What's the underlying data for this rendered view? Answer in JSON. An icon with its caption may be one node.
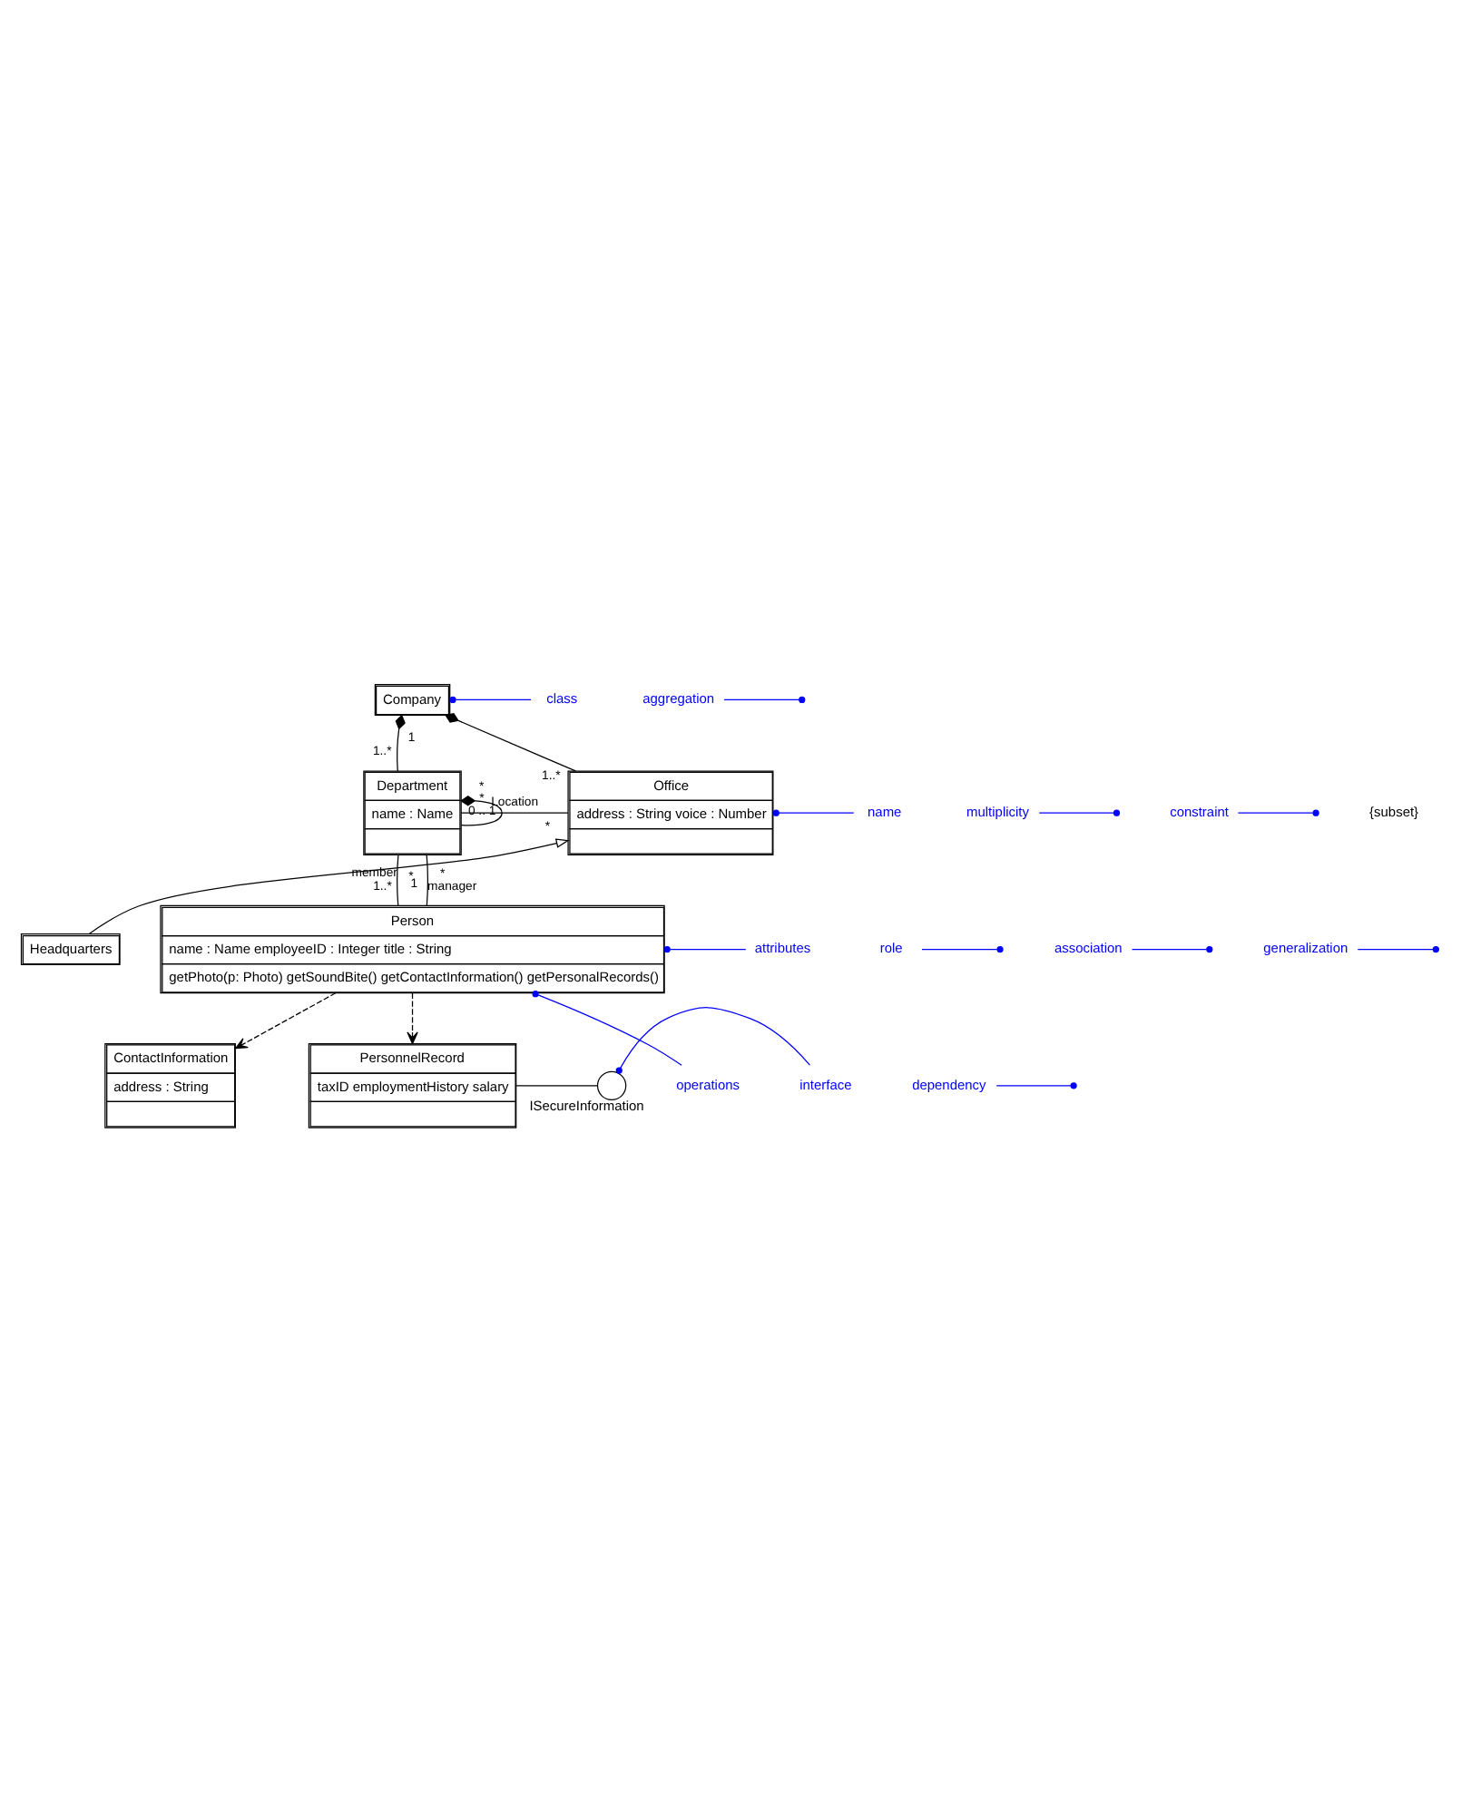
{
  "diagram": {
    "nodes": [
      {
        "text": [
          "Company"
        ]
      },
      {
        "text": [
          "Department",
          "name : Name"
        ]
      },
      {
        "text": [
          "Office",
          "address : String voice : Number"
        ]
      },
      {
        "text": [
          "Headquarters"
        ]
      },
      {
        "text": [
          "Person",
          "name : Name employeeID : Integer title : String",
          "getPhoto(p: Photo) getSoundBite() getContactInformation() getPersonalRecords()"
        ]
      },
      {
        "text": [
          "ContactInformation",
          "address : String"
        ]
      },
      {
        "text": [
          "PersonnelRecord",
          "taxID employmentHistory salary"
        ]
      },
      {
        "text": [],
        "shape": "circle",
        "beside": [
          "ISecureInformation"
        ]
      },
      {
        "text": [
          "class"
        ]
      },
      {
        "text": [
          "aggregation"
        ]
      },
      {
        "text": [
          "multiplicity"
        ]
      },
      {
        "text": [
          "name"
        ]
      },
      {
        "text": [
          "constraint"
        ]
      },
      {
        "text": [
          "role"
        ]
      },
      {
        "text": [
          "association"
        ]
      },
      {
        "text": [
          "generalization"
        ]
      },
      {
        "text": [
          "attributes"
        ]
      },
      {
        "text": [
          "operations"
        ]
      },
      {
        "text": [
          "dependency"
        ]
      },
      {
        "text": [
          "interface"
        ]
      }
    ],
    "edges": [
      {
        "from": 0,
        "to": 1,
        "arrow": "other",
        "color": "#000000"
      },
      {
        "from": 0,
        "to": 2,
        "arrow": "other",
        "color": "#000000"
      },
      {
        "from": 1,
        "to": 1,
        "arrow": "other",
        "color": "#000000"
      },
      {
        "from": 1,
        "to": 2,
        "arrow": "none",
        "label": "Location",
        "color": "#000000"
      },
      {
        "from": 1,
        "to": 4,
        "arrow": "none",
        "color": "#000000"
      },
      {
        "from": 1,
        "to": 4,
        "arrow": "none",
        "color": "#000000"
      },
      {
        "from": 3,
        "to": 2,
        "arrow": "to",
        "color": "#000000"
      },
      {
        "from": 4,
        "to": 5,
        "arrow": "to",
        "style": "dashed",
        "color": "#000000"
      },
      {
        "from": 4,
        "to": 6,
        "arrow": "to",
        "style": "dashed",
        "color": "#000000"
      },
      {
        "from": 6,
        "to": 7,
        "arrow": "none",
        "color": "#000000"
      },
      {
        "from": 8,
        "to": 0,
        "arrow": "other",
        "color": "#0000ff"
      },
      {
        "from": 9,
        "to": null,
        "arrow": "other",
        "color": "#0000ff"
      },
      {
        "from": 10,
        "to": null,
        "arrow": "other",
        "color": "#0000ff"
      },
      {
        "from": 11,
        "to": 2,
        "arrow": "other",
        "color": "#0000ff"
      },
      {
        "from": 12,
        "to": null,
        "arrow": "other",
        "color": "#0000ff"
      },
      {
        "from": 13,
        "to": null,
        "arrow": "other",
        "color": "#0000ff"
      },
      {
        "from": 14,
        "to": null,
        "arrow": "other",
        "color": "#0000ff"
      },
      {
        "from": 15,
        "to": null,
        "arrow": "other",
        "color": "#0000ff"
      },
      {
        "from": 16,
        "to": 4,
        "arrow": "other",
        "color": "#0000ff"
      },
      {
        "from": 17,
        "to": 4,
        "arrow": "other",
        "color": "#0000ff"
      },
      {
        "from": 18,
        "to": null,
        "arrow": "other",
        "color": "#0000ff"
      },
      {
        "from": 19,
        "to": 7,
        "arrow": "other",
        "color": "#0000ff"
      }
    ],
    "labels": [
      "1",
      "*",
      "1..*",
      "1..*",
      "0 .. 1",
      "*",
      "*",
      "*",
      "*",
      "{subset}",
      "member",
      "1..*",
      "1",
      "manager"
    ]
  }
}
